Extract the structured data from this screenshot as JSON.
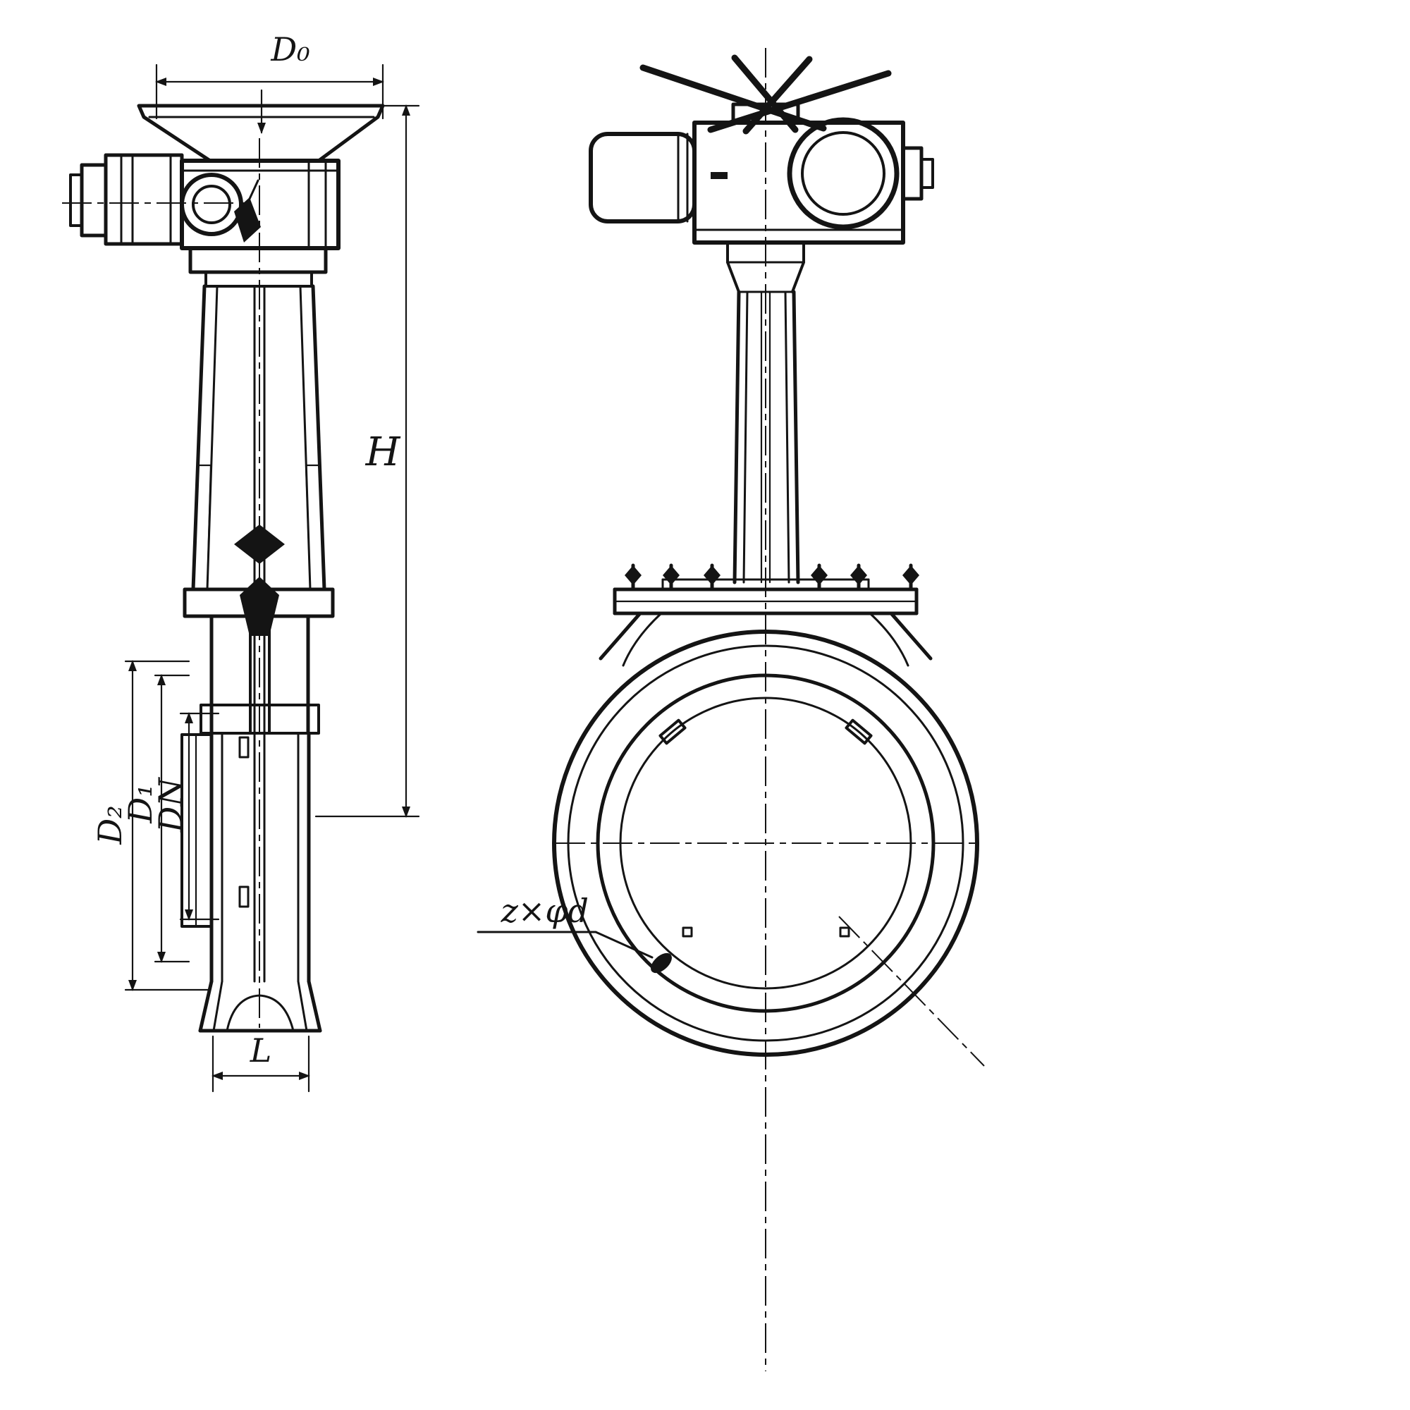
{
  "drawing": {
    "background": "#ffffff",
    "line_color": "#141414",
    "labels": {
      "d0": "D₀",
      "h": "H",
      "d2": "D₂",
      "d1": "D₁",
      "dn": "DN",
      "l": "L",
      "bolt_note": "z×φd"
    }
  }
}
